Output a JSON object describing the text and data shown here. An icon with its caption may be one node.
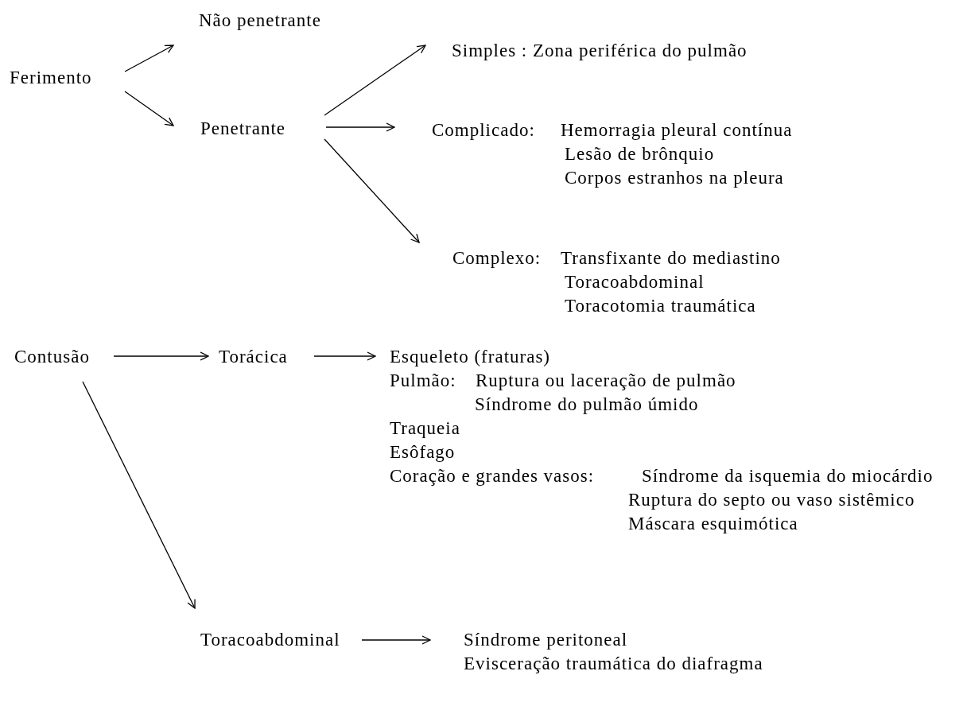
{
  "diagram": {
    "nodes": [
      {
        "text": [
          "Ferimento"
        ]
      },
      {
        "text": [
          "Não penetrante"
        ]
      },
      {
        "text": [
          "Penetrante"
        ]
      },
      {
        "text": [
          "Simples : Zona periférica do pulmão"
        ]
      },
      {
        "text": [
          "Complicado:",
          "Hemorragia pleural contínua",
          "Lesão de brônquio",
          "Corpos estranhos na pleura"
        ]
      },
      {
        "text": [
          "Complexo:",
          "Transfixante do mediastino",
          "Toracoabdominal",
          "Toracotomia traumática"
        ]
      },
      {
        "text": [
          "Contusão"
        ]
      },
      {
        "text": [
          "Torácica"
        ]
      },
      {
        "text": [
          "Esqueleto (fraturas)",
          "Pulmão:",
          "Ruptura ou laceração de pulmão",
          "Síndrome do pulmão úmido",
          "Traqueia",
          "Esôfago",
          "Coração e grandes vasos:",
          "Síndrome da isquemia do miocárdio",
          "Ruptura do septo ou vaso sistêmico",
          "Máscara esquimótica"
        ]
      },
      {
        "text": [
          "Toracoabdominal"
        ]
      },
      {
        "text": [
          "Síndrome peritoneal",
          "Evisceração traumática do diafragma"
        ]
      }
    ],
    "edges": [
      {
        "from": 0,
        "to": 1,
        "arrow": "to"
      },
      {
        "from": 0,
        "to": 2,
        "arrow": "to"
      },
      {
        "from": 2,
        "to": 3,
        "arrow": "to"
      },
      {
        "from": 2,
        "to": 4,
        "arrow": "to"
      },
      {
        "from": 2,
        "to": 5,
        "arrow": "to"
      },
      {
        "from": 6,
        "to": 7,
        "arrow": "to"
      },
      {
        "from": 7,
        "to": 8,
        "arrow": "to"
      },
      {
        "from": 6,
        "to": 9,
        "arrow": "to"
      },
      {
        "from": 9,
        "to": 10,
        "arrow": "to"
      }
    ]
  }
}
